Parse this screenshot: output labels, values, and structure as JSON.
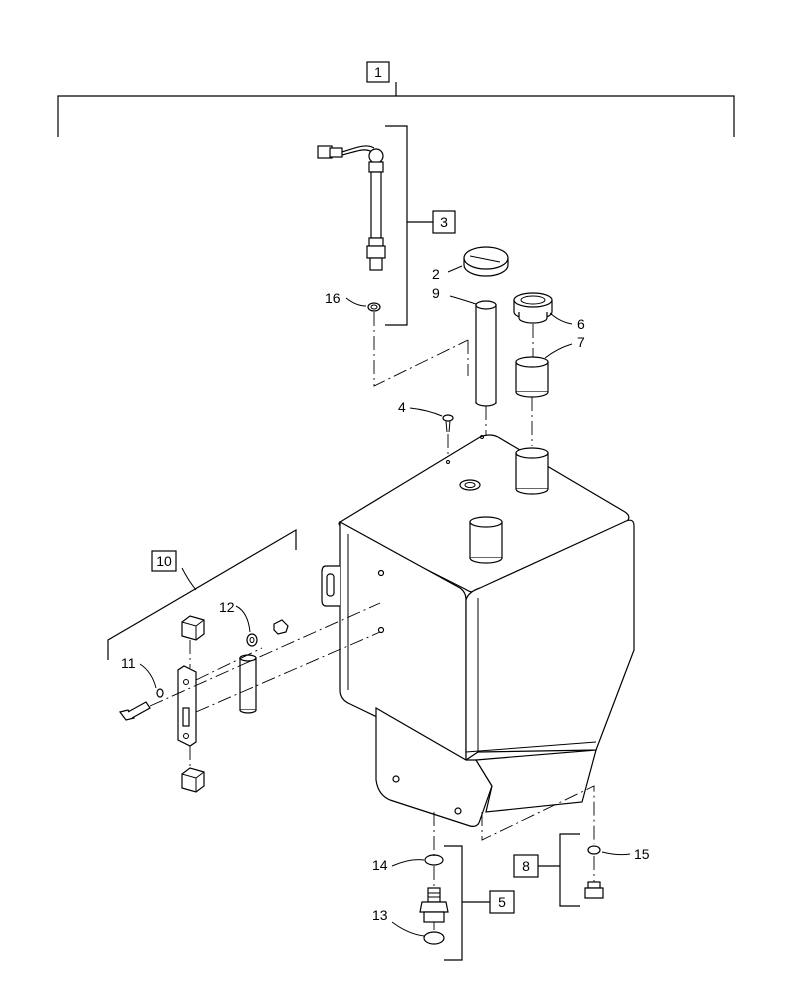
{
  "diagram": {
    "boxed_labels": {
      "assembly": "1",
      "sender_kit": "3",
      "clamp_kit": "10",
      "drain_kit": "5",
      "plug_kit": "8"
    },
    "callouts": {
      "cap": "2",
      "breather": "4",
      "filler_neck": "6",
      "strainer": "7",
      "pipe": "9",
      "bolt_washer": "11",
      "washer": "12",
      "drain_seal": "13",
      "drain_oring": "14",
      "plug_oring": "15",
      "sender_oring": "16"
    }
  }
}
